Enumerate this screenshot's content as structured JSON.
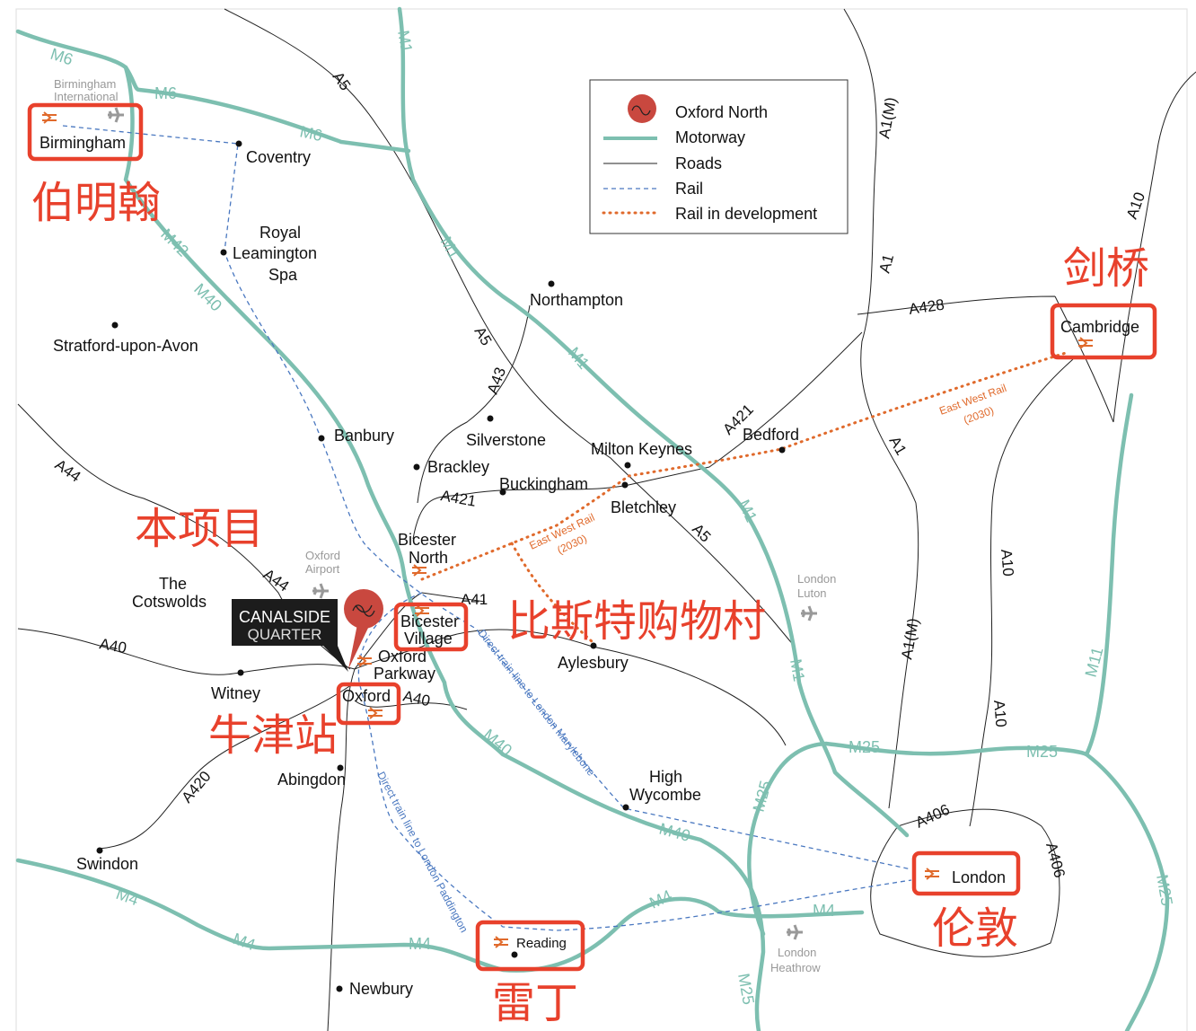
{
  "legend": {
    "items": [
      {
        "label": "Oxford North",
        "icon": "oxford-north-pin"
      },
      {
        "label": "Motorway",
        "icon": "motorway-line"
      },
      {
        "label": "Roads",
        "icon": "road-line"
      },
      {
        "label": "Rail",
        "icon": "rail-dashed-line"
      },
      {
        "label": "Rail in development",
        "icon": "rail-dev-dotted-line"
      }
    ]
  },
  "places": {
    "birmingham": "Birmingham",
    "birmingham_intl": [
      "Birmingham",
      "International"
    ],
    "coventry": "Coventry",
    "leamington": [
      "Royal",
      "Leamington",
      "Spa"
    ],
    "stratford": "Stratford-upon-Avon",
    "northampton": "Northampton",
    "banbury": "Banbury",
    "silverstone": "Silverstone",
    "brackley": "Brackley",
    "buckingham": "Buckingham",
    "milton_keynes": "Milton Keynes",
    "bletchley": "Bletchley",
    "bedford": "Bedford",
    "cambridge": "Cambridge",
    "bicester_north": [
      "Bicester",
      "North"
    ],
    "bicester_village": [
      "Bicester",
      "Village"
    ],
    "cotswolds": [
      "The",
      "Cotswolds"
    ],
    "oxford_airport": [
      "Oxford",
      "Airport"
    ],
    "oxford_parkway": [
      "Oxford",
      "Parkway"
    ],
    "oxford": "Oxford",
    "witney": "Witney",
    "aylesbury": "Aylesbury",
    "abingdon": "Abingdon",
    "swindon": "Swindon",
    "high_wycombe": [
      "High",
      "Wycombe"
    ],
    "london": "London",
    "luton": [
      "London",
      "Luton"
    ],
    "heathrow": [
      "London",
      "Heathrow"
    ],
    "reading": "Reading",
    "newbury": "Newbury"
  },
  "project": {
    "line1": "CANALSIDE",
    "line2": "QUARTER"
  },
  "motorways": {
    "m6a": "M6",
    "m6b": "M6",
    "m6c": "M6",
    "m42": "M42",
    "m40a": "M40",
    "m40b": "M40",
    "m40c": "M40",
    "m1a": "M1",
    "m1b": "M1",
    "m1c": "M1",
    "m1d": "M1",
    "m1e": "M1",
    "m25a": "M25",
    "m25b": "M25",
    "m25c": "M25",
    "m25d": "M25",
    "m25e": "M25",
    "m4a": "M4",
    "m4b": "M4",
    "m4c": "M4",
    "m4d": "M4",
    "m4e": "M4",
    "m11": "M11"
  },
  "roads": {
    "a5a": "A5",
    "a5b": "A5",
    "a5c": "A5",
    "a1m1": "A1(M)",
    "a1m2": "A1(M)",
    "a1a": "A1",
    "a1b": "A1",
    "a10a": "A10",
    "a10b": "A10",
    "a10c": "A10",
    "a428": "A428",
    "a421a": "A421",
    "a421b": "A421",
    "a43": "A43",
    "a44a": "A44",
    "a44b": "A44",
    "a41": "A41",
    "a40a": "A40",
    "a40b": "A40",
    "a420": "A420",
    "a406a": "A406",
    "a406b": "A406"
  },
  "rail_labels": {
    "ew1": "East West Rail",
    "ew1b": "(2030)",
    "ew2": "East West Rail",
    "ew2b": "(2030)",
    "marylebone": "Direct train line to London Marylebone",
    "paddington": "Direct train line to London Paddington"
  },
  "annotations": {
    "birmingham": "伯明翰",
    "cambridge": "剑桥",
    "project": "本项目",
    "bicester_village": "比斯特购物村",
    "oxford": "牛津站",
    "london": "伦敦",
    "reading": "雷丁"
  },
  "colors": {
    "motorway": "#7dbfb0",
    "rail": "#4a78c0",
    "rail_dev": "#e06a2c",
    "highlight": "#e8412c",
    "pin": "#c9483f"
  }
}
